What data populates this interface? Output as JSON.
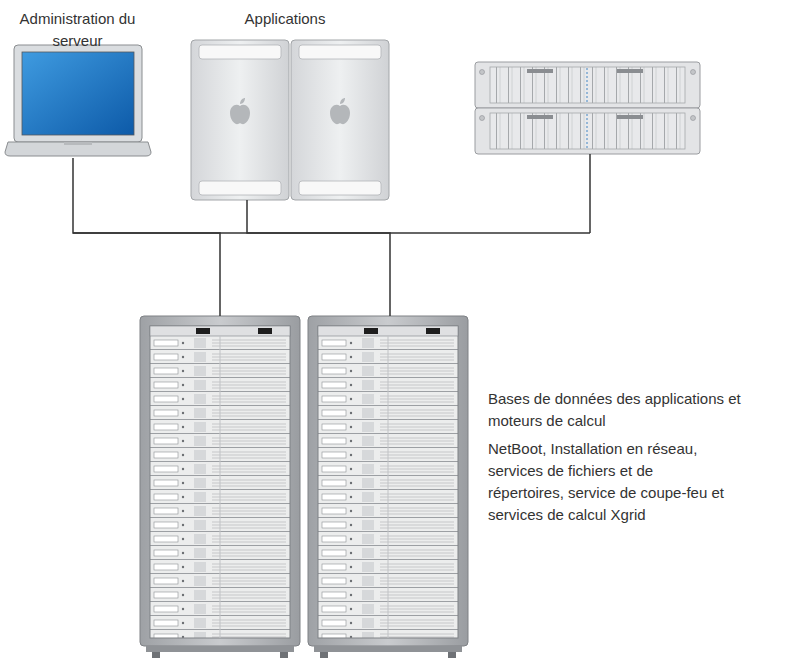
{
  "diagram": {
    "nodes": [
      {
        "text": [
          "Administration du serveur"
        ]
      },
      {
        "text": [
          "Applications"
        ]
      },
      {
        "text": [
          "Bases de données des applications et moteurs de calcul",
          "NetBoot, Installation en réseau, services de fichiers et de répertoires, service de coupe-feu et services de calcul Xgrid"
        ]
      }
    ],
    "edges": [
      {
        "from": 0,
        "to": 2,
        "arrow": "none"
      },
      {
        "from": 1,
        "to": 2,
        "arrow": "none"
      }
    ]
  }
}
